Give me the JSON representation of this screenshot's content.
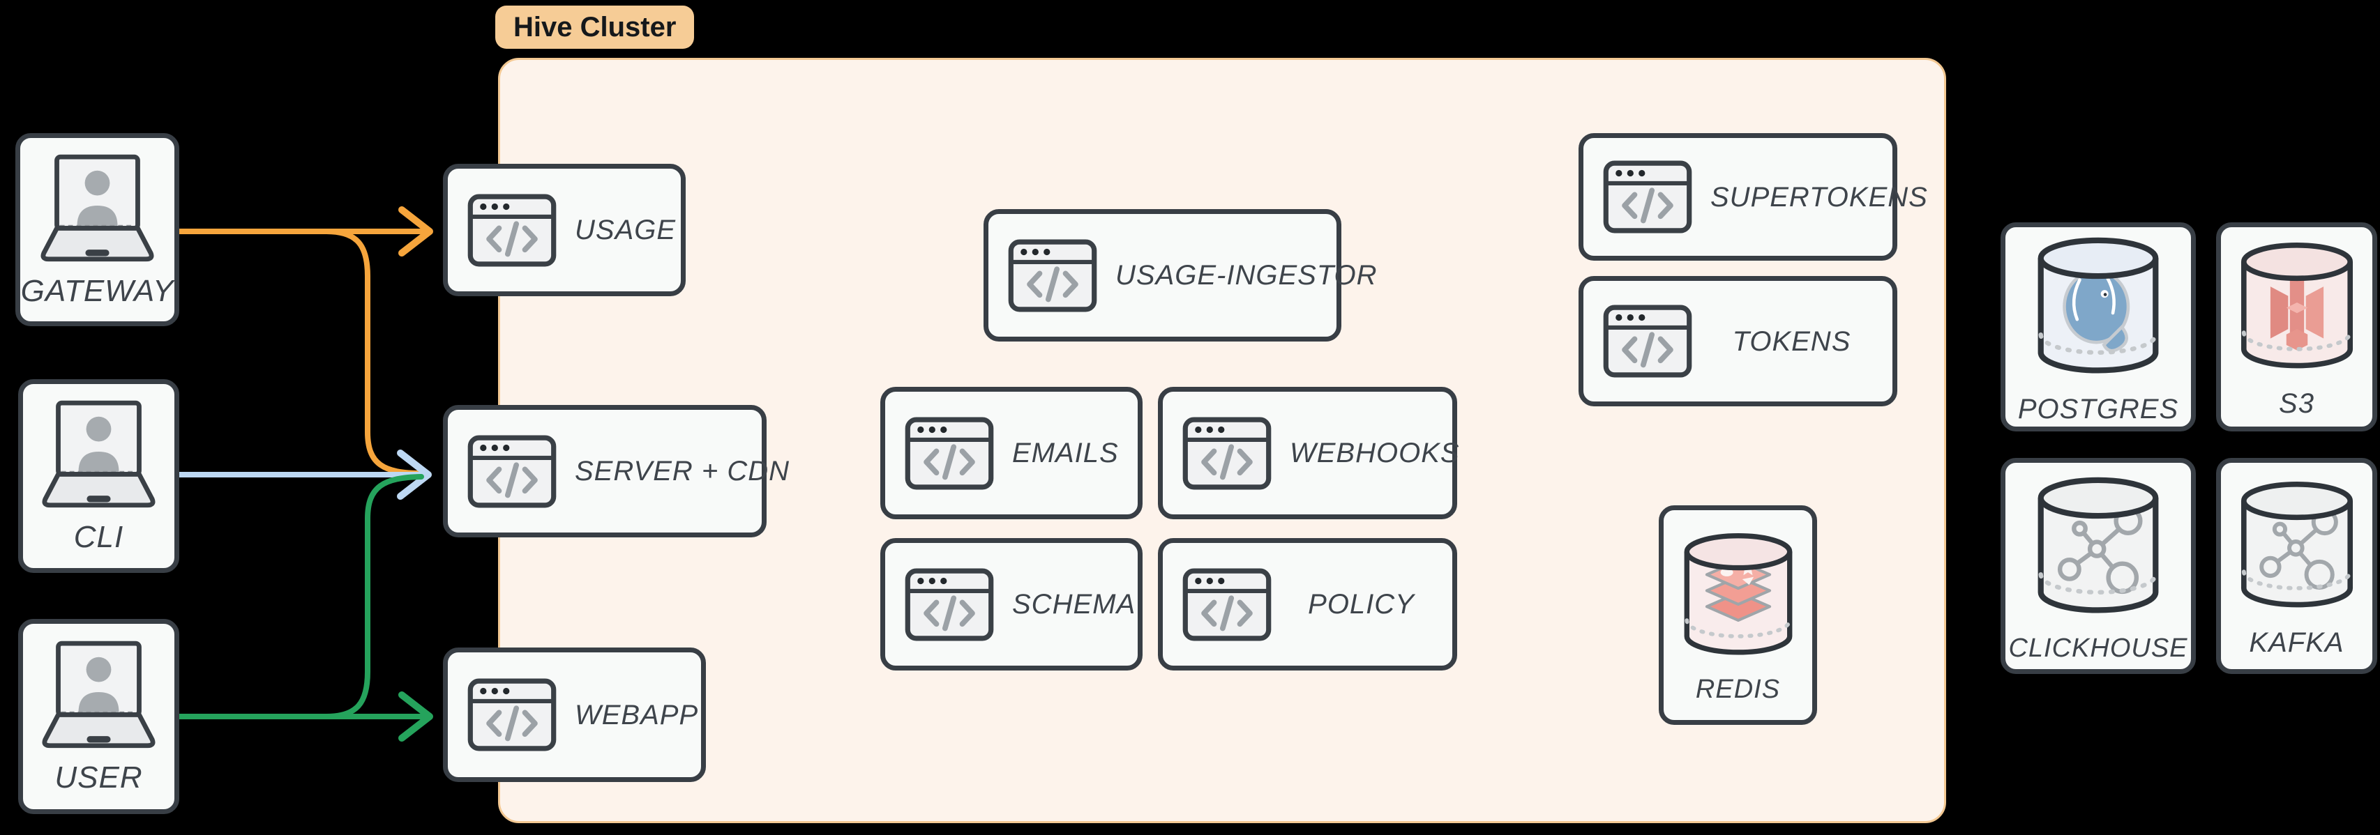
{
  "cluster": {
    "label": "Hive Cluster"
  },
  "clients": {
    "gateway": {
      "label": "GATEWAY"
    },
    "cli": {
      "label": "CLI"
    },
    "user": {
      "label": "USER"
    }
  },
  "services": {
    "usage": {
      "label": "USAGE"
    },
    "server_cdn": {
      "label": "SERVER + CDN"
    },
    "webapp": {
      "label": "WEBAPP"
    },
    "usage_ingestor": {
      "label": "USAGE-INGESTOR"
    },
    "emails": {
      "label": "EMAILS"
    },
    "webhooks": {
      "label": "WEBHOOKS"
    },
    "schema": {
      "label": "SCHEMA"
    },
    "policy": {
      "label": "POLICY"
    },
    "supertokens": {
      "label": "SUPERTOKENS"
    },
    "tokens": {
      "label": "TOKENS"
    },
    "redis": {
      "label": "REDIS"
    }
  },
  "datastores": {
    "postgres": {
      "label": "POSTGRES"
    },
    "s3": {
      "label": "S3"
    },
    "clickhouse": {
      "label": "CLICKHOUSE"
    },
    "kafka": {
      "label": "KAFKA"
    }
  },
  "edges": [
    {
      "from": "GATEWAY",
      "to": "USAGE",
      "color": "#F6A53C"
    },
    {
      "from": "GATEWAY",
      "to": "SERVER + CDN",
      "color": "#F6A53C"
    },
    {
      "from": "CLI",
      "to": "SERVER + CDN",
      "color": "#BDD8F3"
    },
    {
      "from": "USER",
      "to": "SERVER + CDN",
      "color": "#25A35C"
    },
    {
      "from": "USER",
      "to": "WEBAPP",
      "color": "#25A35C"
    }
  ],
  "colors": {
    "orange": "#F6A53C",
    "blue": "#BDD8F3",
    "green": "#25A35C",
    "card_bg": "#F8FAF9",
    "card_border": "#383E45",
    "cluster_bg": "#FDF3EB",
    "cluster_border": "#F3C892",
    "chip_bg": "#F6CC96",
    "chip_text": "#15181B",
    "label_text": "#3E444B",
    "icon_gray": "#9CA2A7"
  },
  "icons": {
    "laptop-user-icon": "laptop with person silhouette",
    "code-window-icon": "browser window with </> glyph",
    "database-cylinder-icon": "database cylinder",
    "postgres-logo": "postgres elephant",
    "s3-logo": "amazon s3 glyph",
    "molecule-icon": "connected nodes molecule",
    "redis-logo": "redis stacked layers"
  }
}
